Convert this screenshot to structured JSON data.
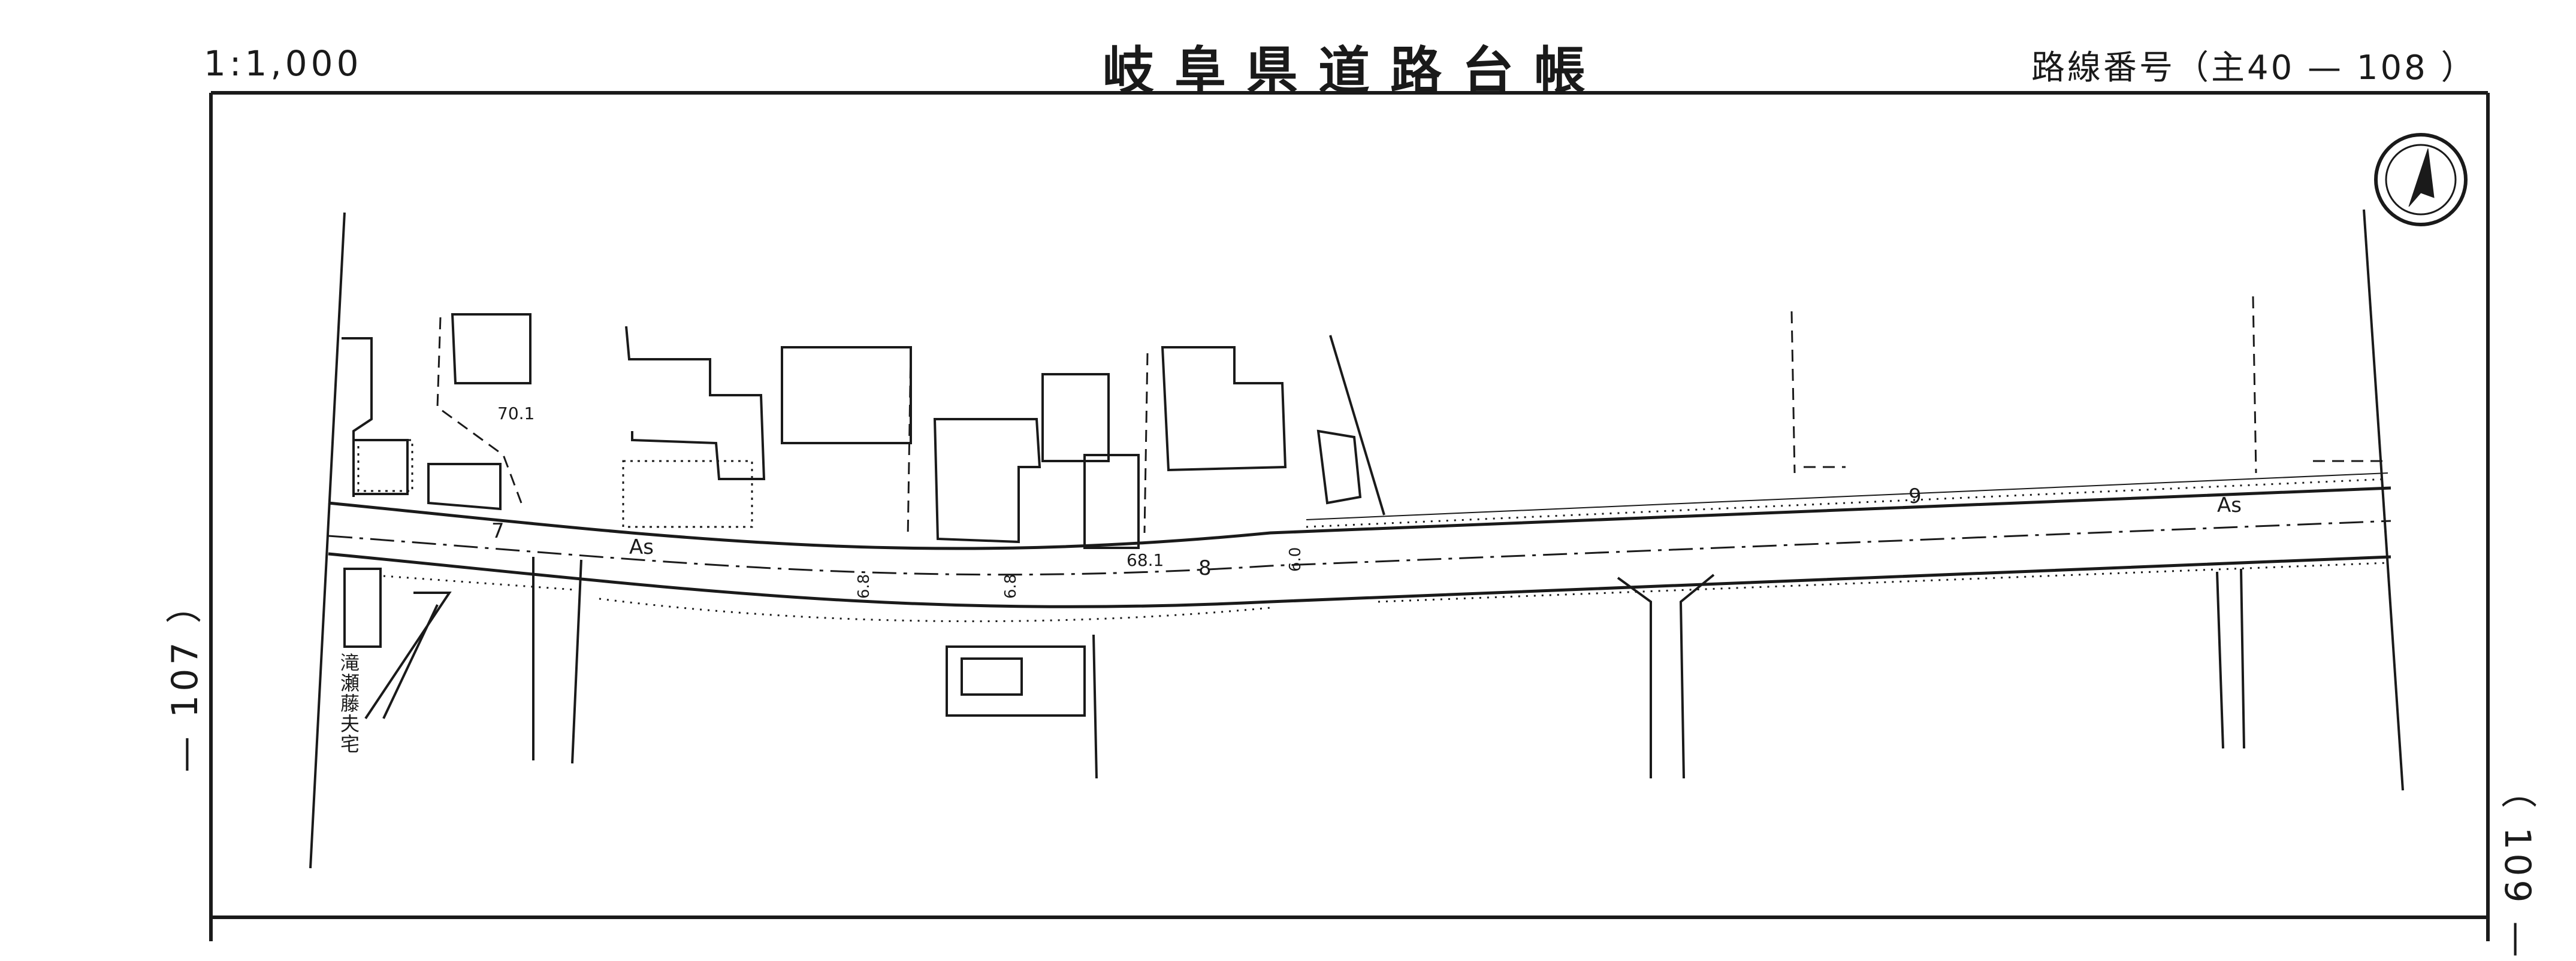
{
  "header": {
    "scale": "1:1,000",
    "title": "岐阜県道路台帳",
    "route_number": "路線番号（主40 — 108 ）"
  },
  "edges": {
    "left_link": "— 107 ）",
    "right_link": "（ 109 —"
  },
  "map": {
    "north_arrow": "north-arrow-icon",
    "surface_labels": [
      "As",
      "As"
    ],
    "station_labels": [
      "7",
      "8",
      "9"
    ],
    "elevation_labels": [
      "70.1",
      "68.1"
    ],
    "width_labels": [
      "6.8",
      "6.8",
      "6.0"
    ],
    "landmark": "滝瀬藤夫宅"
  }
}
